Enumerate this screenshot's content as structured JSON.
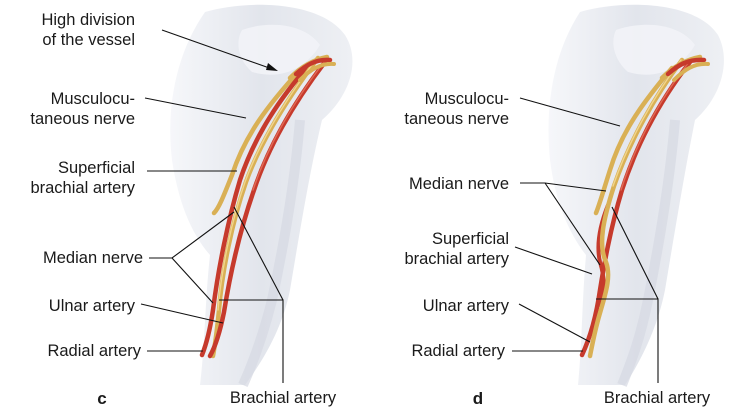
{
  "panels": [
    {
      "letter": "c",
      "labels": {
        "high_division_l1": "High division",
        "high_division_l2": "of the vessel",
        "musculocutaneous_l1": "Musculocu-",
        "musculocutaneous_l2": "taneous nerve",
        "superficial_l1": "Superficial",
        "superficial_l2": "brachial artery",
        "median": "Median nerve",
        "ulnar": "Ulnar artery",
        "radial": "Radial artery",
        "brachial": "Brachial artery"
      }
    },
    {
      "letter": "d",
      "labels": {
        "musculocutaneous_l1": "Musculocu-",
        "musculocutaneous_l2": "taneous nerve",
        "median": "Median nerve",
        "superficial_l1": "Superficial",
        "superficial_l2": "brachial artery",
        "ulnar": "Ulnar artery",
        "radial": "Radial artery",
        "brachial": "Brachial artery"
      }
    }
  ],
  "colors": {
    "artery": "#c63a2c",
    "nerve": "#d9b055",
    "arm_silhouette": "#e4e7ee"
  }
}
